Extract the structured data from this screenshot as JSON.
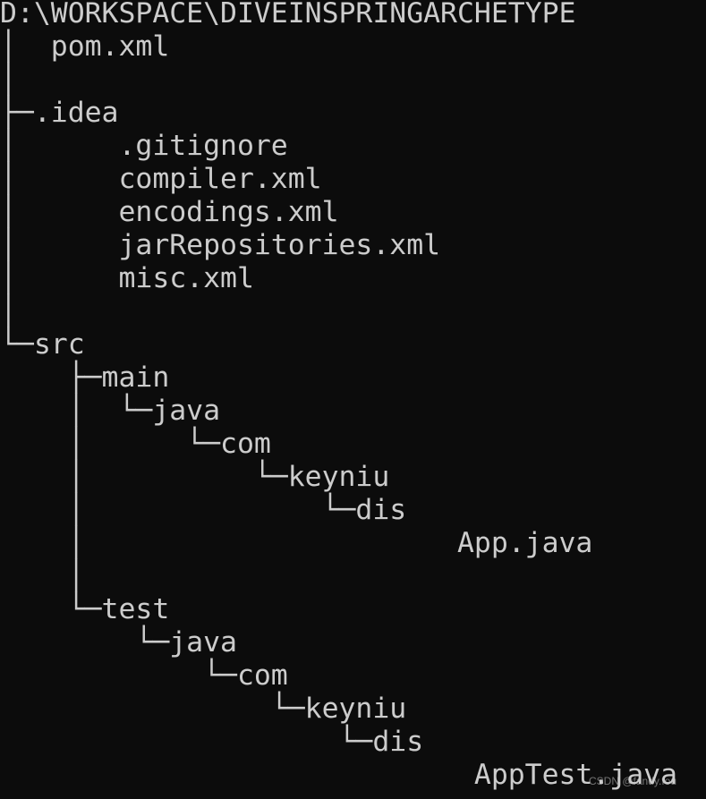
{
  "terminal": {
    "background": "#0c0c0c",
    "foreground": "#cccccc",
    "lines": [
      "D:\\WORKSPACE\\DIVEINSPRINGARCHETYPE",
      "│  pom.xml",
      "│",
      "├─.idea",
      "│      .gitignore",
      "│      compiler.xml",
      "│      encodings.xml",
      "│      jarRepositories.xml",
      "│      misc.xml",
      "│",
      "└─src",
      "    ├─main",
      "    │  └─java",
      "    │      └─com",
      "    │          └─keyniu",
      "    │              └─dis",
      "    │                      App.java",
      "    │",
      "    └─test",
      "        └─java",
      "            └─com",
      "                └─keyniu",
      "                    └─dis",
      "                            AppTest.java"
    ]
  },
  "watermark": "CSDN @fandy.fou"
}
